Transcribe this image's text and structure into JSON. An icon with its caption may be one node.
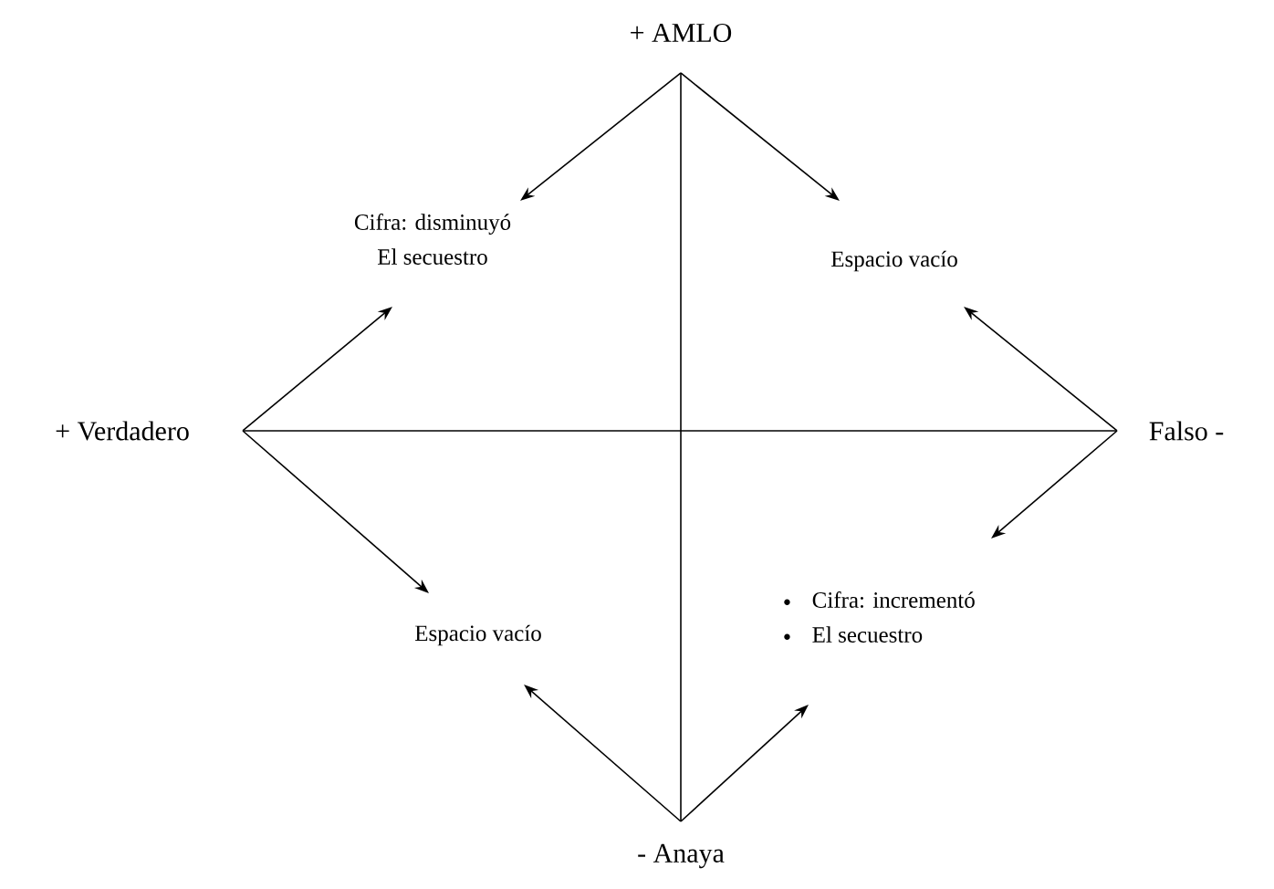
{
  "diagram": {
    "nodes": [
      {
        "text": [
          "+ AMLO"
        ]
      },
      {
        "text": [
          "+ Verdadero"
        ]
      },
      {
        "text": [
          "Falso -"
        ]
      },
      {
        "text": [
          "- Anaya"
        ]
      },
      {
        "text": [
          "Cifra: disminuyó",
          "El secuestro"
        ]
      },
      {
        "text": [
          "Espacio vacío"
        ]
      },
      {
        "text": [
          "Espacio vacío"
        ]
      },
      {
        "text": [
          "Cifra: incrementó",
          "El secuestro"
        ]
      }
    ],
    "edges": [
      {
        "from": 0,
        "to": 3,
        "arrow": "none"
      },
      {
        "from": 1,
        "to": 2,
        "arrow": "none"
      },
      {
        "from": 0,
        "to": 4,
        "arrow": "to"
      },
      {
        "from": 0,
        "to": 5,
        "arrow": "to"
      },
      {
        "from": 1,
        "to": 4,
        "arrow": "to"
      },
      {
        "from": 1,
        "to": 6,
        "arrow": "to"
      },
      {
        "from": 2,
        "to": 5,
        "arrow": "to"
      },
      {
        "from": 2,
        "to": 7,
        "arrow": "to"
      },
      {
        "from": 3,
        "to": 6,
        "arrow": "to"
      },
      {
        "from": 3,
        "to": 7,
        "arrow": "to"
      }
    ]
  }
}
